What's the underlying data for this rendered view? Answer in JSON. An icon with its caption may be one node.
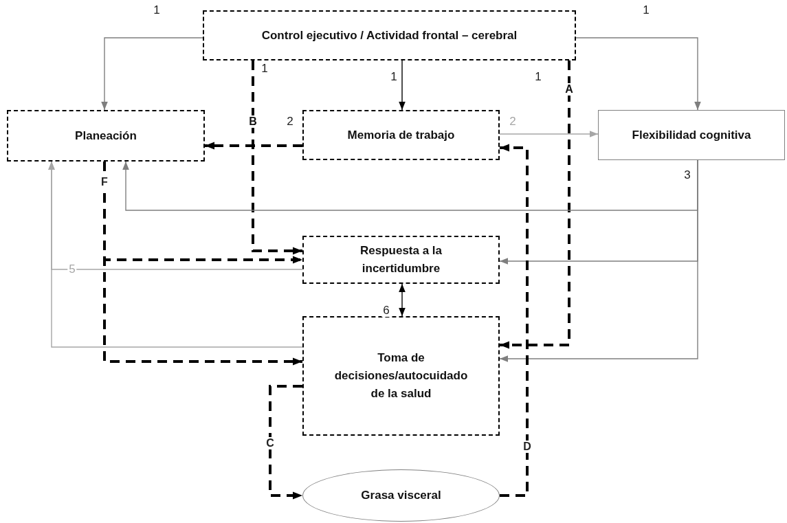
{
  "diagram": {
    "nodes": [
      {
        "text": [
          "Control ejecutivo / Actividad frontal – cerebral"
        ]
      },
      {
        "text": [
          "Planeación"
        ]
      },
      {
        "text": [
          "Memoria de trabajo"
        ]
      },
      {
        "text": [
          "Flexibilidad cognitiva"
        ]
      },
      {
        "text": [
          "Respuesta a la incertidumbre"
        ]
      },
      {
        "text": [
          "Toma de decisiones/autocuidado de la salud"
        ]
      },
      {
        "text": [
          "Grasa visceral"
        ]
      }
    ],
    "edges": [
      {
        "from": 0,
        "to": 1,
        "arrow": "to",
        "label": "1",
        "color": "#7f7f7f"
      },
      {
        "from": 0,
        "to": 2,
        "arrow": "to",
        "label": "1"
      },
      {
        "from": 0,
        "to": 3,
        "arrow": "to",
        "label": "1",
        "color": "#7f7f7f"
      },
      {
        "from": 0,
        "to": 4,
        "arrow": "to",
        "label": "1",
        "style": "dashed"
      },
      {
        "from": 2,
        "to": 1,
        "arrow": "to",
        "label": "2",
        "style": "dashed"
      },
      {
        "from": 2,
        "to": 3,
        "arrow": "to",
        "label": "2",
        "color": "#a6a6a6"
      },
      {
        "from": 0,
        "to": 5,
        "arrow": "to",
        "label": "1",
        "style": "dashed"
      },
      {
        "from": 3,
        "to": 1,
        "arrow": "to",
        "label": "3",
        "color": "#7f7f7f"
      },
      {
        "from": 3,
        "to": 4,
        "arrow": "to",
        "color": "#7f7f7f"
      },
      {
        "from": 3,
        "to": 5,
        "arrow": "to",
        "color": "#7f7f7f"
      },
      {
        "from": 4,
        "to": 1,
        "arrow": "to",
        "label": "5",
        "color": "#a6a6a6"
      },
      {
        "from": 5,
        "to": 1,
        "arrow": "to",
        "color": "#a6a6a6"
      },
      {
        "from": 1,
        "to": 4,
        "arrow": "to",
        "label": "F",
        "style": "dashed"
      },
      {
        "from": 1,
        "to": 5,
        "arrow": "to",
        "style": "dashed"
      },
      {
        "from": 4,
        "to": 5,
        "arrow": "both",
        "label": "6"
      },
      {
        "from": 5,
        "to": 6,
        "arrow": "to",
        "label": "C",
        "style": "dashed"
      },
      {
        "from": 6,
        "to": 2,
        "arrow": "to",
        "label": "D",
        "style": "dashed"
      }
    ],
    "labels": [
      "A",
      "B"
    ]
  }
}
